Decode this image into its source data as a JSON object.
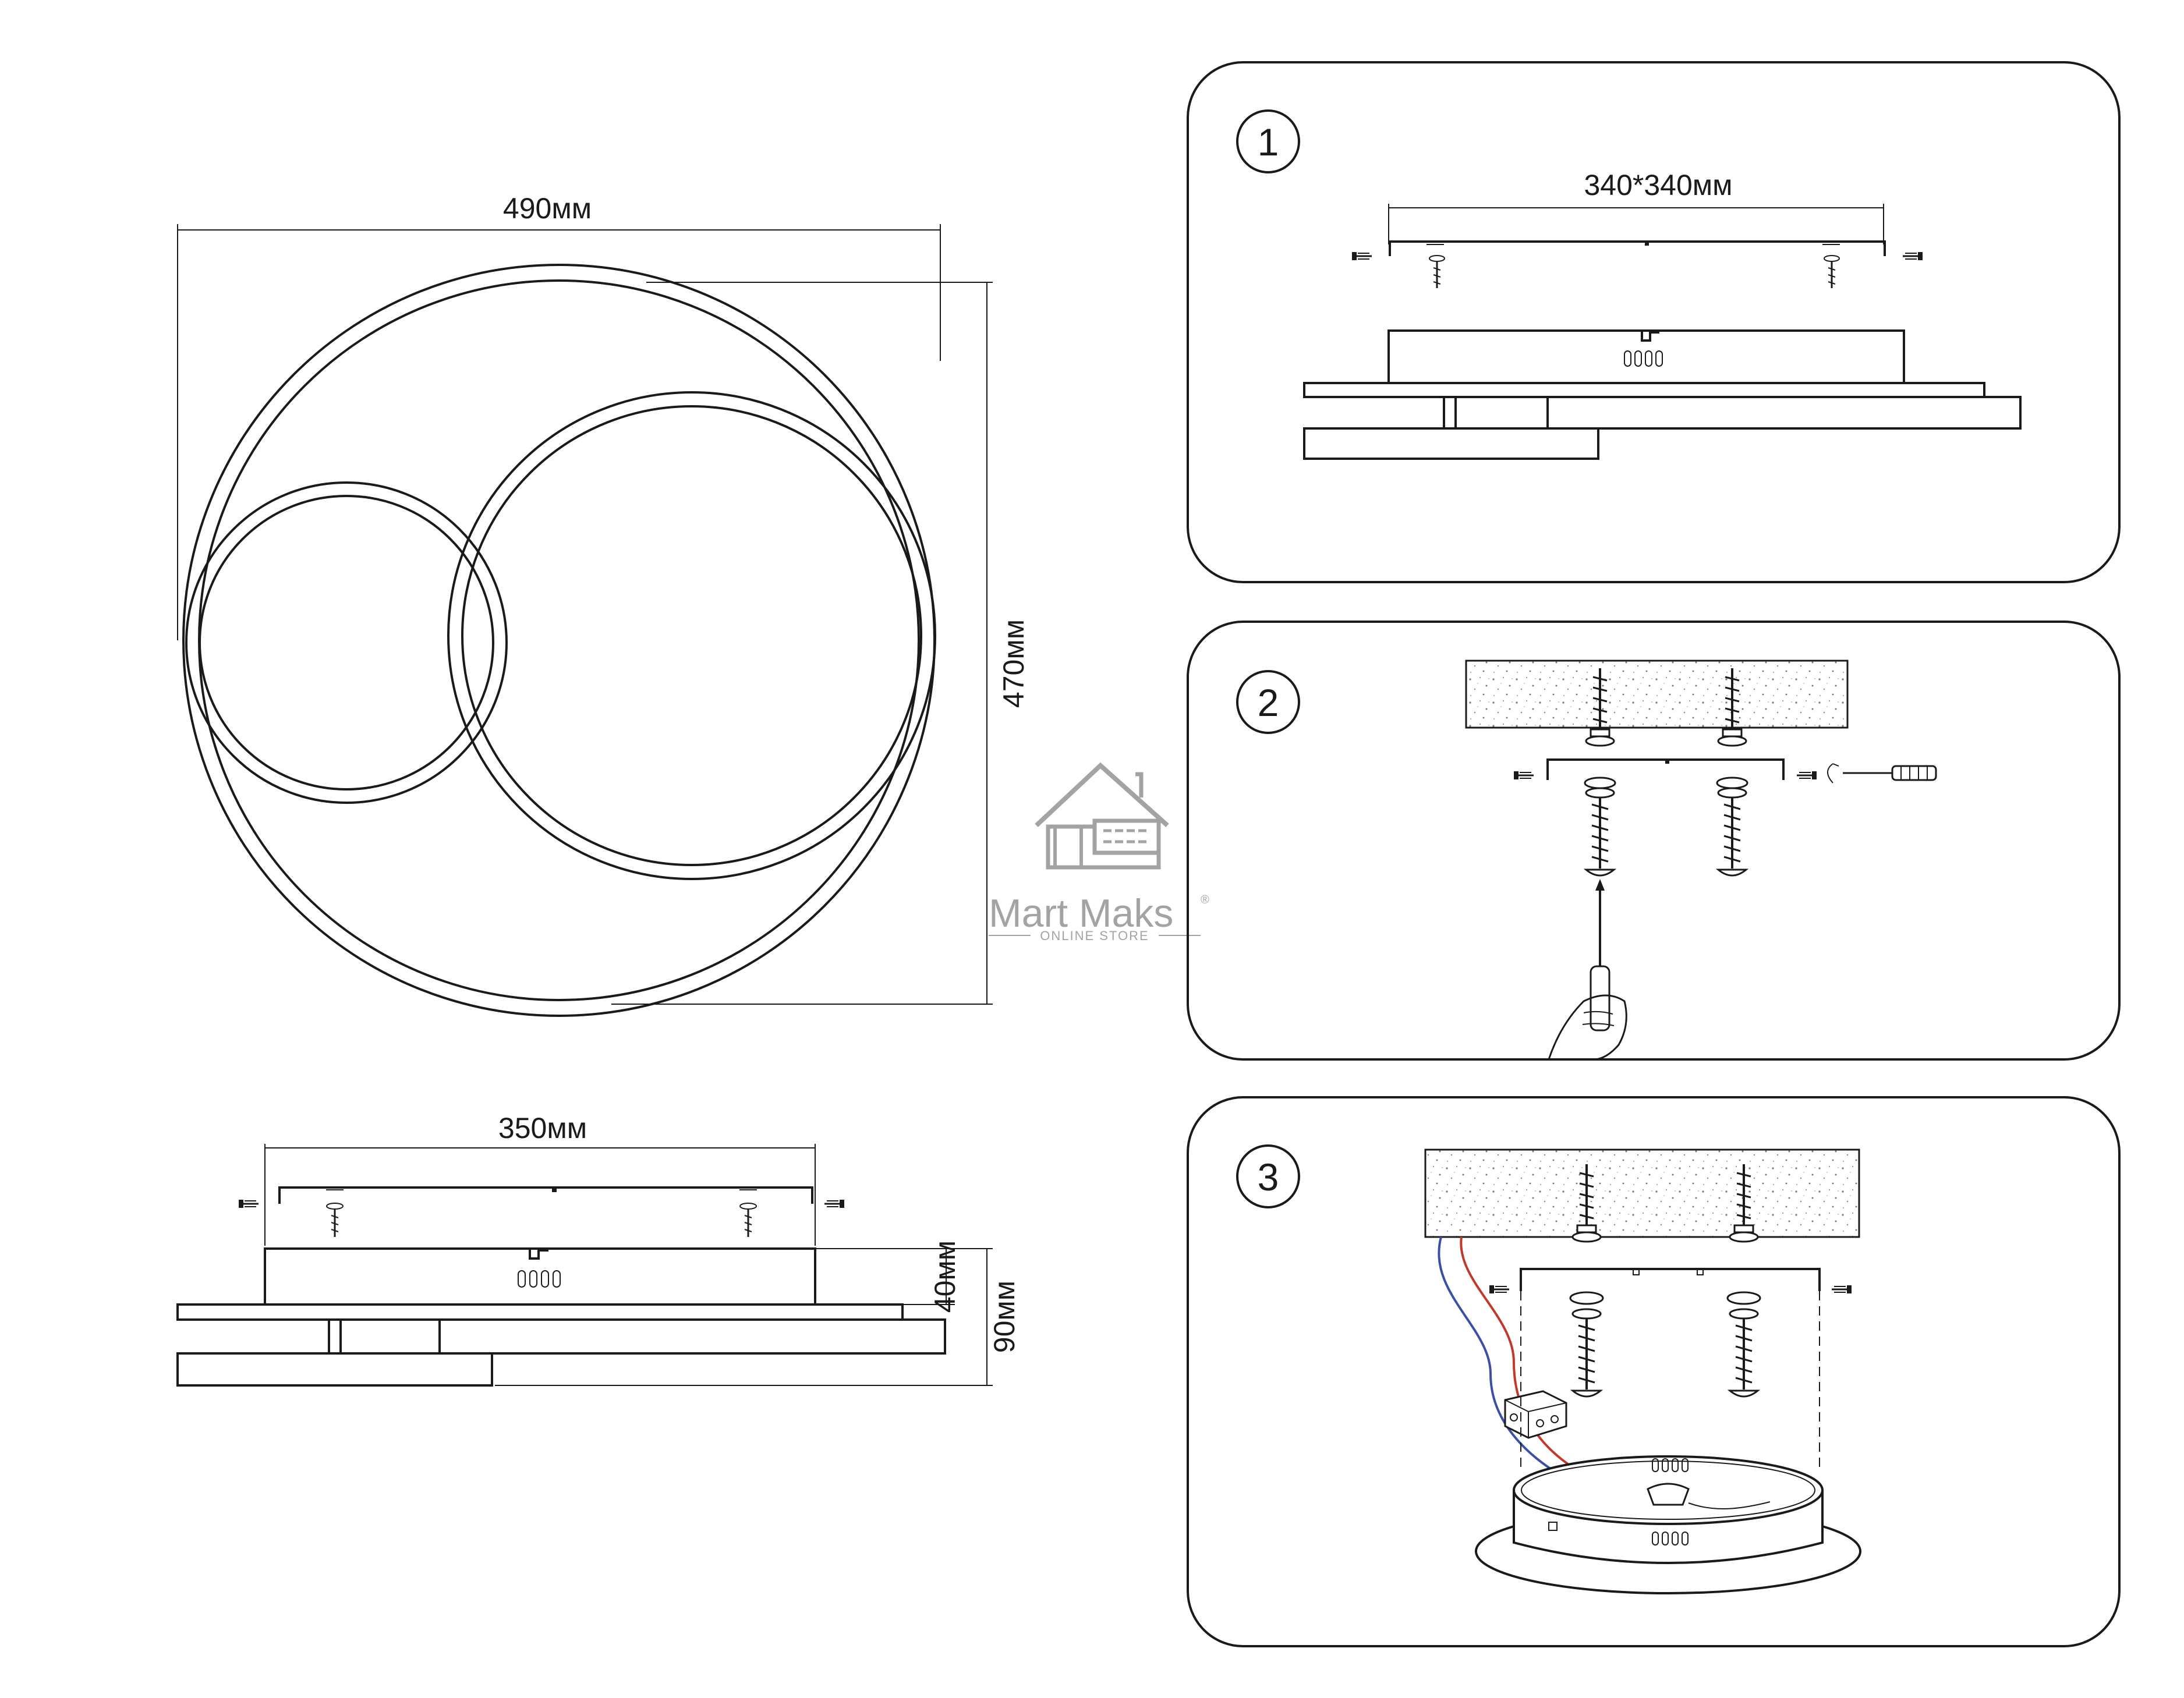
{
  "dimensions": {
    "width": "490мм",
    "height": "470мм",
    "plate": "350мм",
    "base_depth": "40мм",
    "total_depth": "90мм",
    "mount_spacing": "340*340мм"
  },
  "steps": [
    {
      "number": "1"
    },
    {
      "number": "2"
    },
    {
      "number": "3"
    }
  ],
  "watermark": {
    "brand": "Mart Maks",
    "registered": "®",
    "sub": "ONLINE STORE"
  },
  "colors": {
    "line": "#1a1a1a",
    "watermark": "#9a9a9a",
    "wire_red": "#c0392b",
    "wire_blue": "#3a4fa8"
  }
}
